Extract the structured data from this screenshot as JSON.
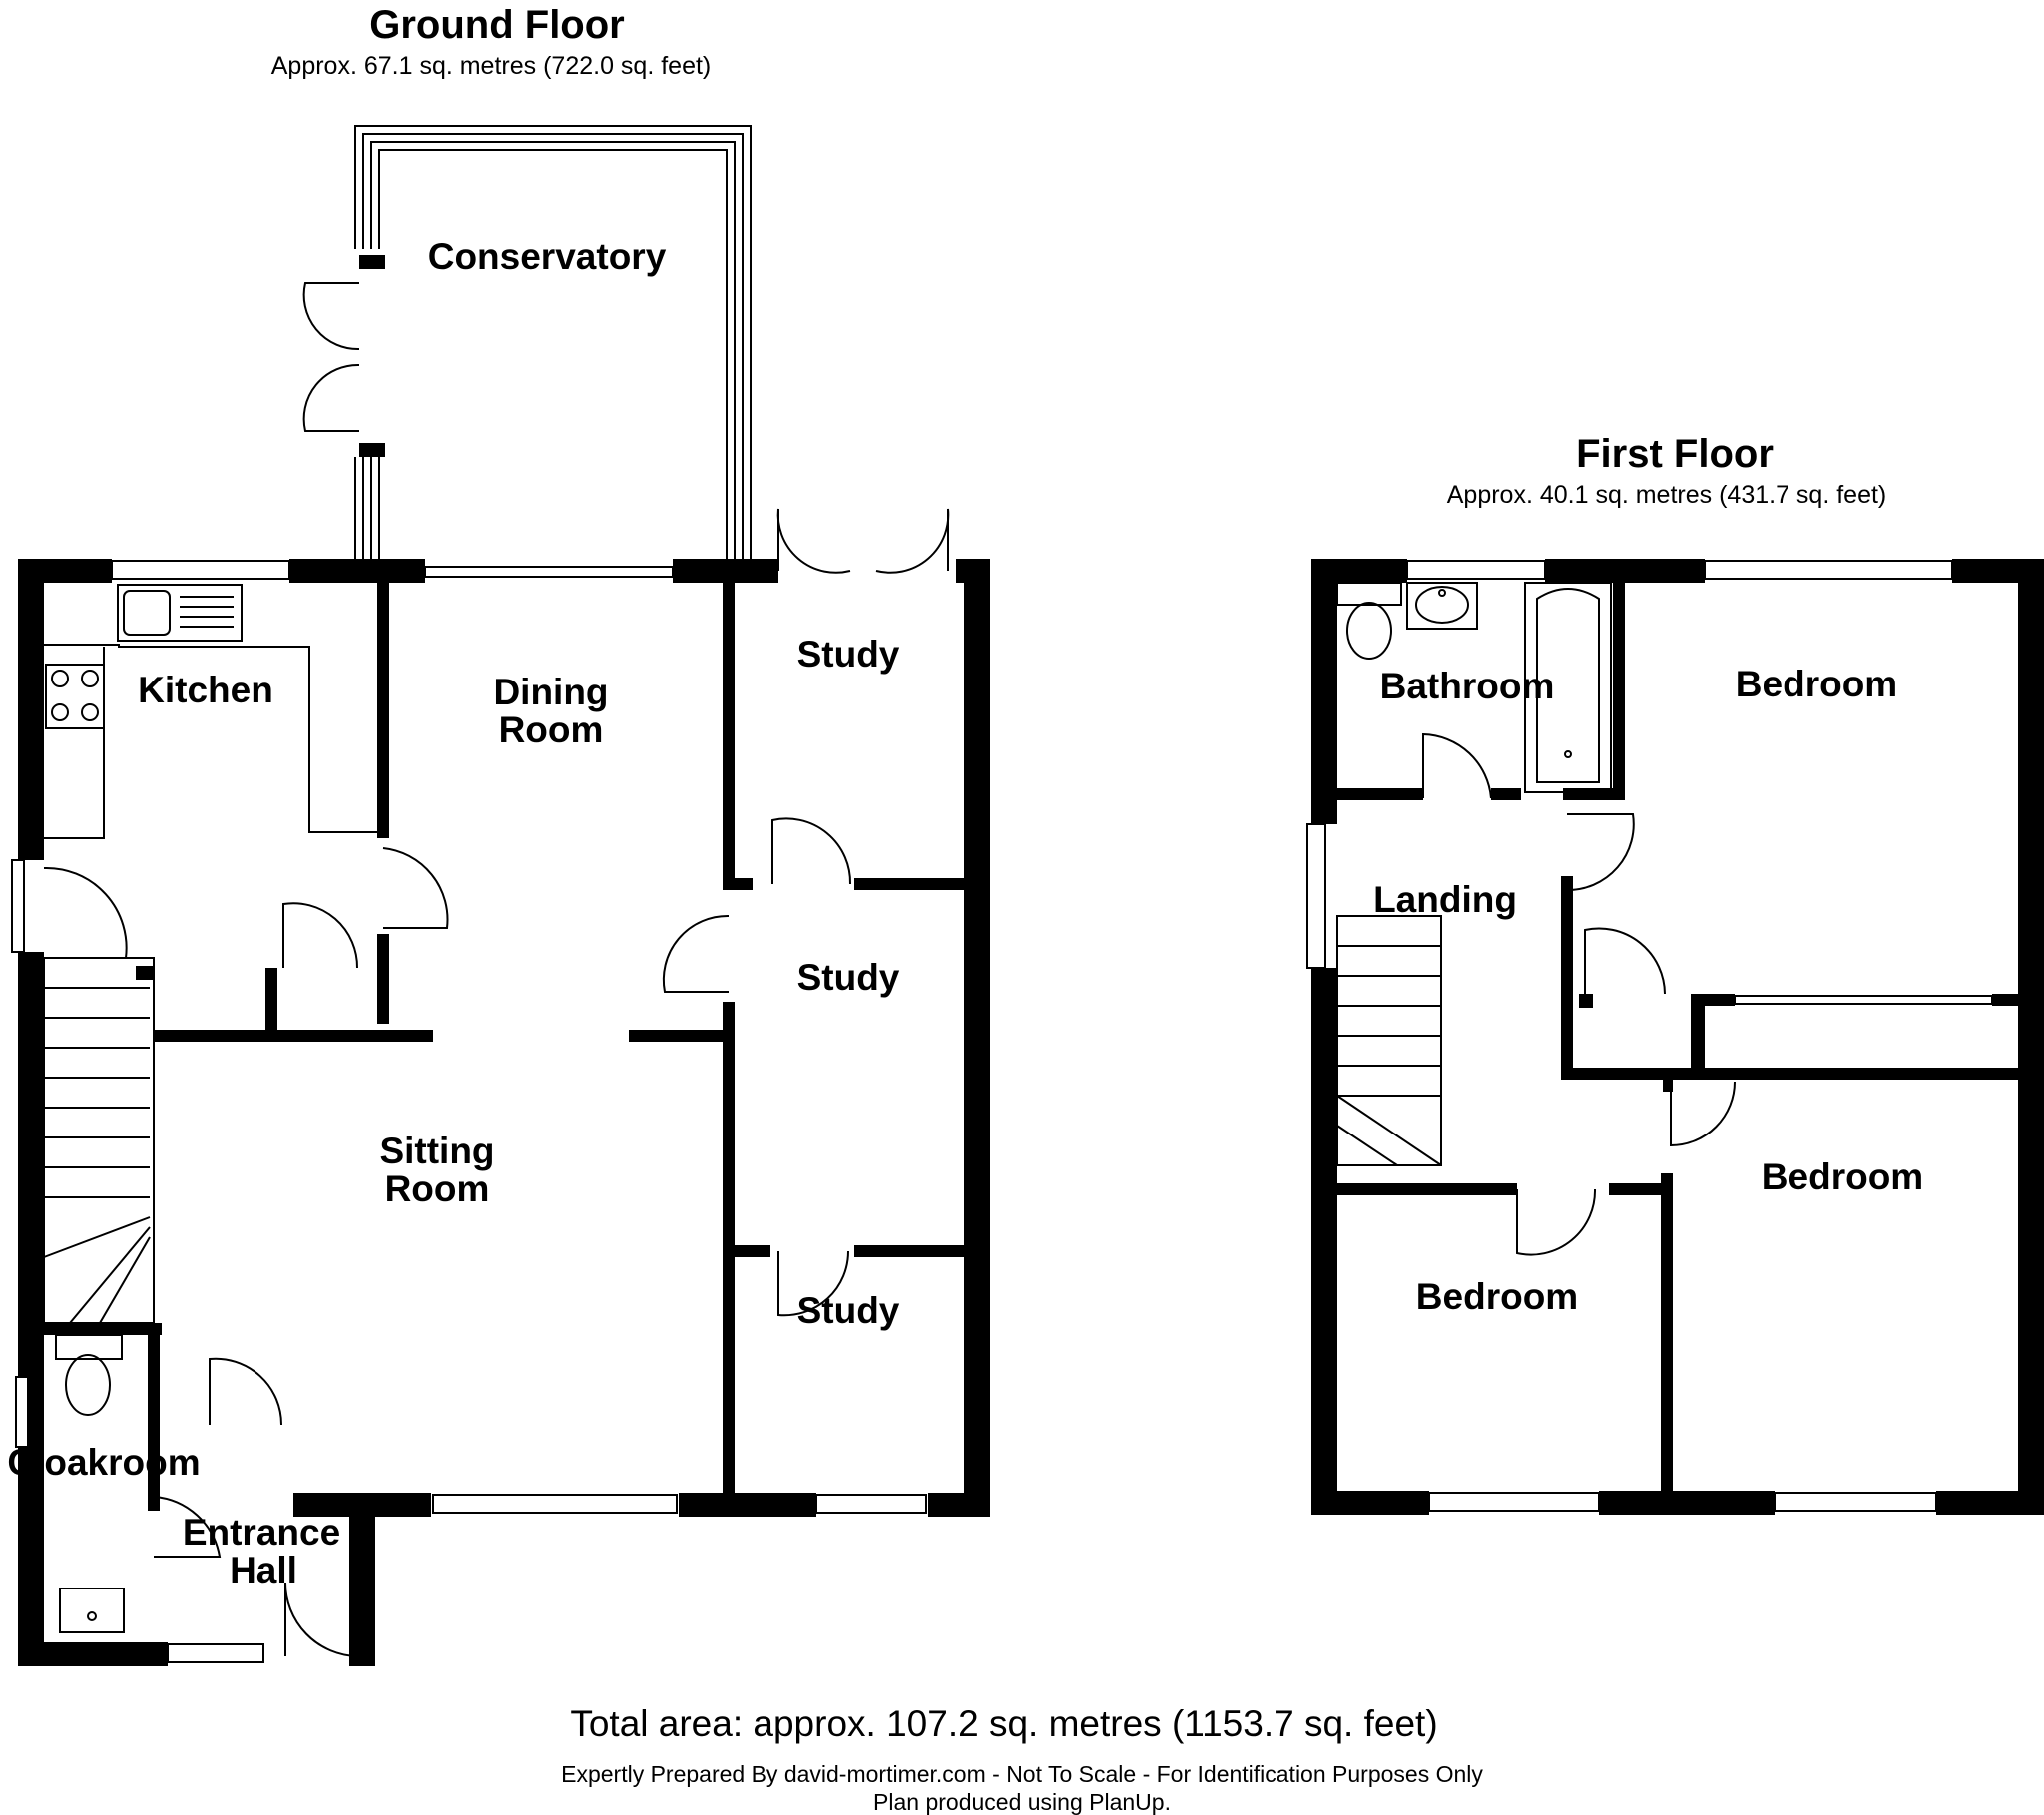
{
  "ground_floor": {
    "title": "Ground Floor",
    "area": "Approx. 67.1 sq. metres (722.0 sq. feet)",
    "rooms": {
      "conservatory": "Conservatory",
      "kitchen": "Kitchen",
      "dining_line1": "Dining",
      "dining_line2": "Room",
      "study_top": "Study",
      "study_middle": "Study",
      "study_bottom": "Study",
      "sitting_line1": "Sitting",
      "sitting_line2": "Room",
      "cloakroom": "Cloakroom",
      "entrance_line1": "Entrance",
      "entrance_line2": "Hall"
    }
  },
  "first_floor": {
    "title": "First Floor",
    "area": "Approx. 40.1 sq. metres (431.7 sq. feet)",
    "rooms": {
      "bathroom": "Bathroom",
      "bedroom_top_right": "Bedroom",
      "landing": "Landing",
      "bedroom_middle_right": "Bedroom",
      "bedroom_bottom_left": "Bedroom"
    }
  },
  "total_area": "Total area: approx. 107.2 sq. metres (1153.7 sq. feet)",
  "footer": {
    "line1": "Expertly Prepared By david-mortimer.com - Not To Scale - For Identification Purposes Only",
    "line2": "Plan produced using PlanUp."
  }
}
